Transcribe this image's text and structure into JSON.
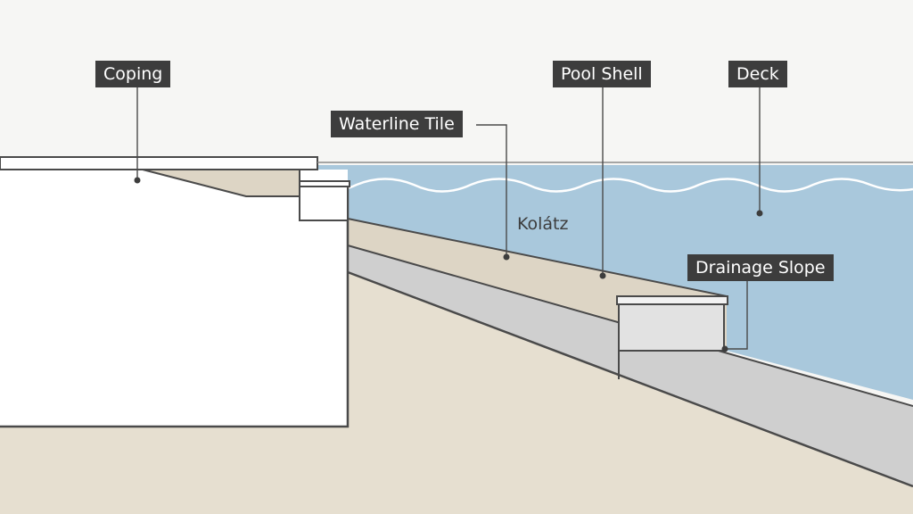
{
  "diagram": {
    "labels": {
      "coping": "Coping",
      "waterline_tile": "Waterline Tile",
      "pool_shell": "Pool Shell",
      "deck": "Deck",
      "kolatz": "Kolátz",
      "drainage_slope": "Drainage Slope"
    },
    "colors": {
      "background": "#f6f6f4",
      "water": "#a9c8dc",
      "soil": "#e6dfd0",
      "shell_band": "#cfcfcf",
      "structure_fill": "#ffffff",
      "outline": "#4a4a4a",
      "label_bg": "#3d3d3d",
      "label_text": "#ffffff"
    }
  }
}
